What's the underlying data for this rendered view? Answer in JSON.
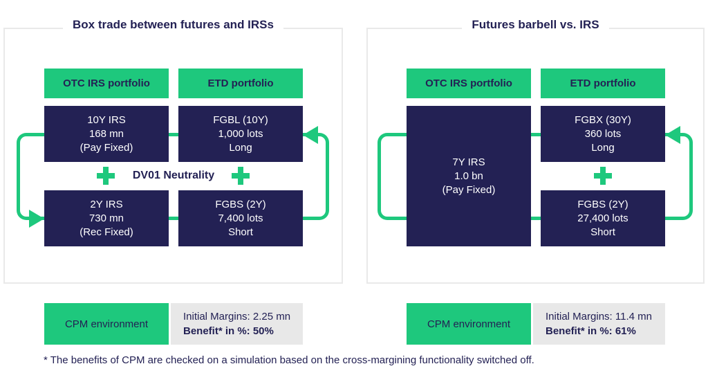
{
  "colors": {
    "green": "#1ec87d",
    "navy": "#232154",
    "light_gray": "#e8e8e8",
    "border_gray": "#e9e9e9",
    "white_text": "#ffffff"
  },
  "panels": [
    {
      "title": "Box trade between futures and IRSs",
      "headers": {
        "left": "OTC IRS portfolio",
        "right": "ETD portfolio"
      },
      "center_label": "DV01 Neutrality",
      "boxes": {
        "left_top": {
          "lines": [
            "10Y IRS",
            "168 mn",
            "(Pay Fixed)"
          ]
        },
        "right_top": {
          "lines": [
            "FGBL (10Y)",
            "1,000 lots",
            "Long"
          ]
        },
        "left_bottom": {
          "lines": [
            "2Y IRS",
            "730 mn",
            "(Rec Fixed)"
          ]
        },
        "right_bottom": {
          "lines": [
            "FGBS (2Y)",
            "7,400 lots",
            "Short"
          ]
        }
      },
      "cpm": {
        "label": "CPM environment",
        "initial_margins": "Initial Margins: 2.25 mn",
        "benefit": "Benefit* in %: 50%"
      }
    },
    {
      "title": "Futures barbell vs. IRS",
      "headers": {
        "left": "OTC IRS portfolio",
        "right": "ETD portfolio"
      },
      "boxes": {
        "left_full": {
          "lines": [
            "7Y IRS",
            "1.0 bn",
            "(Pay Fixed)"
          ]
        },
        "right_top": {
          "lines": [
            "FGBX (30Y)",
            "360 lots",
            "Long"
          ]
        },
        "right_bottom": {
          "lines": [
            "FGBS (2Y)",
            "27,400 lots",
            "Short"
          ]
        }
      },
      "cpm": {
        "label": "CPM environment",
        "initial_margins": "Initial Margins: 11.4 mn",
        "benefit": "Benefit* in %: 61%"
      }
    }
  ],
  "icons": {
    "plus": "plus-icon",
    "flow_arrow": "triangle-arrow-icon"
  },
  "footnote": "* The benefits of CPM are checked on a simulation based on the cross-margining functionality switched off."
}
